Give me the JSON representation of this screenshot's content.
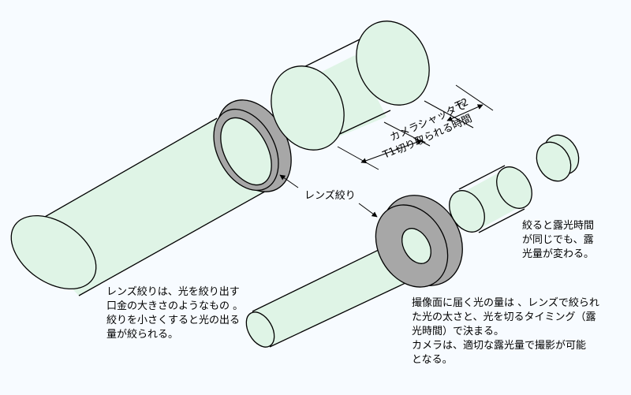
{
  "labels": {
    "t1": "T1",
    "t2": "T2",
    "camera_shutter": [
      "カメラシャッタで",
      "切り取られる時間"
    ],
    "lens_aperture": "レンズ絞り",
    "aperture_note": [
      "絞ると露光時間",
      "が同じでも、露",
      "光量が変わる。"
    ],
    "aperture_desc": [
      "レンズ絞りは、光を絞り出す",
      "口金の大きさのようなもの 。",
      "絞りを小さくすると光の出る",
      "量が絞られる。"
    ],
    "exposure_desc": [
      "撮像面に届く光の量は 、レンズで絞られ",
      "た光の太さと、光を切るタイミング（露",
      "光時間）で決まる。",
      "カメラは、適切な露光量で撮影が可能",
      "となる。"
    ]
  },
  "colors": {
    "cylinder_fill": "#dff4e6",
    "ring_fill": "#a7a7a7",
    "outline": "#000000",
    "background": "#f7fbff"
  }
}
